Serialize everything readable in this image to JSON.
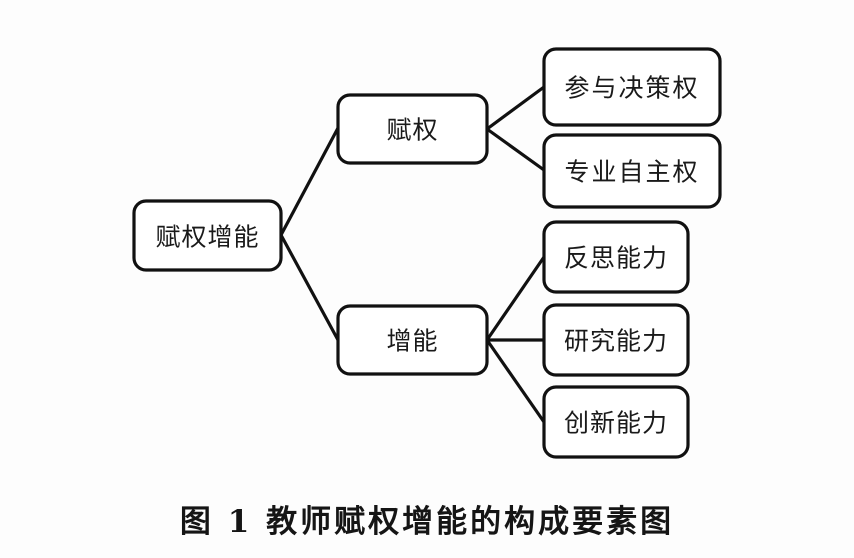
{
  "figure": {
    "caption": "图 1 教师赋权增能的构成要素图",
    "background_color": "#fdfdfd",
    "line_color": "#111111",
    "box_fill_color": "#ffffff",
    "text_color": "#1a1a1a"
  },
  "diagram": {
    "type": "tree",
    "orientation": "left-to-right",
    "root": {
      "id": "root",
      "label": "赋权增能"
    },
    "branches": [
      {
        "id": "branch-1",
        "label": "赋权",
        "children": [
          {
            "id": "leaf-1",
            "label": "参与决策权"
          },
          {
            "id": "leaf-2",
            "label": "专业自主权"
          }
        ]
      },
      {
        "id": "branch-2",
        "label": "增能",
        "children": [
          {
            "id": "leaf-3",
            "label": "反思能力"
          },
          {
            "id": "leaf-4",
            "label": "研究能力"
          },
          {
            "id": "leaf-5",
            "label": "创新能力"
          }
        ]
      }
    ]
  }
}
